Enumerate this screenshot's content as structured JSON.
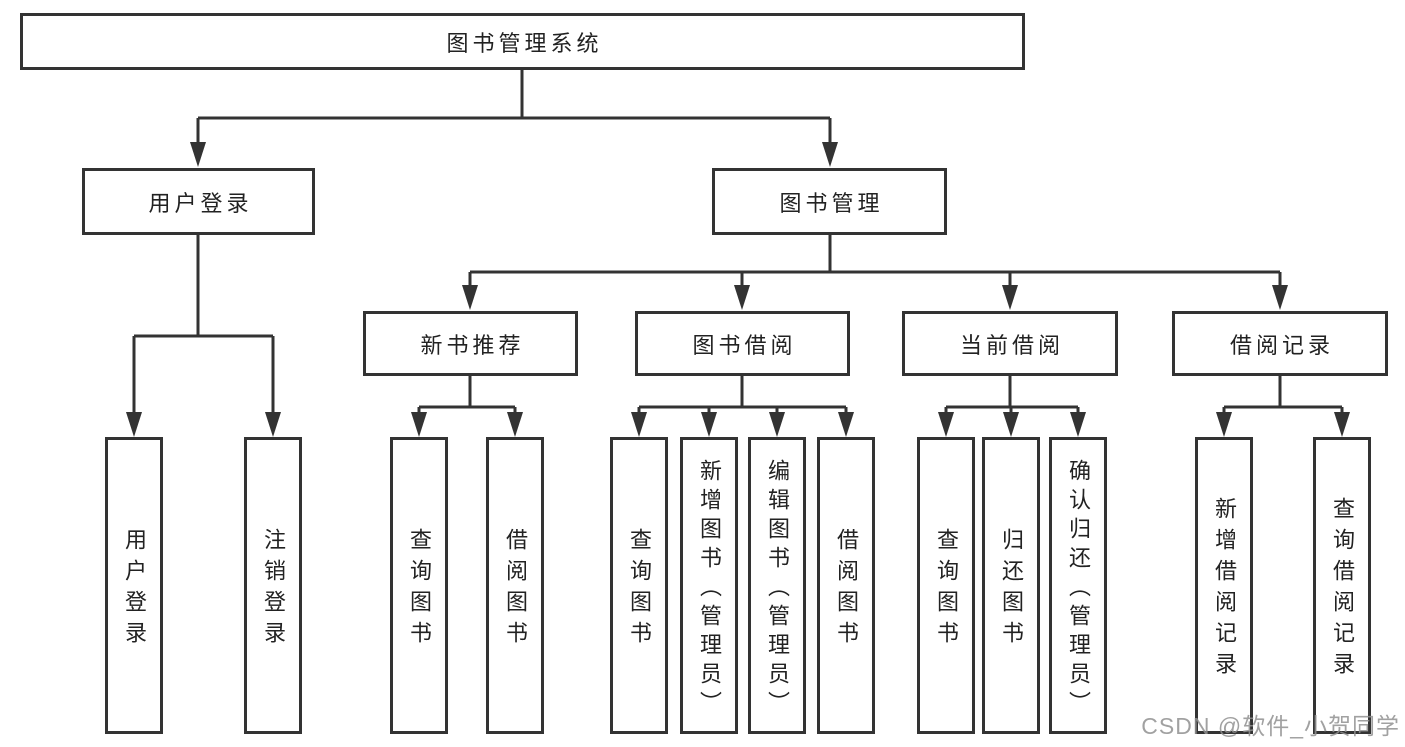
{
  "tree": {
    "label": "图书管理系统",
    "children": [
      {
        "label": "用户登录",
        "children": [
          {
            "label": "用户登录"
          },
          {
            "label": "注销登录"
          }
        ]
      },
      {
        "label": "图书管理",
        "children": [
          {
            "label": "新书推荐",
            "children": [
              {
                "label": "查询图书"
              },
              {
                "label": "借阅图书"
              }
            ]
          },
          {
            "label": "图书借阅",
            "children": [
              {
                "label": "查询图书"
              },
              {
                "label": "新增图书（管理员）"
              },
              {
                "label": "编辑图书（管理员）"
              },
              {
                "label": "借阅图书"
              }
            ]
          },
          {
            "label": "当前借阅",
            "children": [
              {
                "label": "查询图书"
              },
              {
                "label": "归还图书"
              },
              {
                "label": "确认归还（管理员）"
              }
            ]
          },
          {
            "label": "借阅记录",
            "children": [
              {
                "label": "新增借阅记录"
              },
              {
                "label": "查询借阅记录"
              }
            ]
          }
        ]
      }
    ]
  },
  "watermark": "CSDN @软件_小贺同学",
  "colors": {
    "line": "#333333",
    "text": "#222222",
    "background": "#ffffff",
    "watermark": "#919191"
  }
}
